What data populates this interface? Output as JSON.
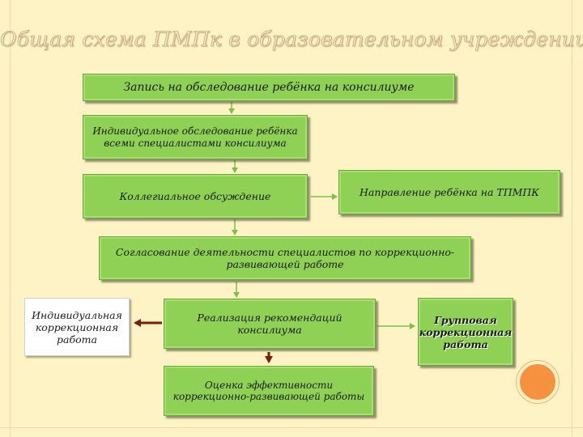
{
  "title": "Общая схема ПМПк в образовательном учреждении",
  "nodes": {
    "registration": "Запись на обследование ребёнка на консилиуме",
    "individual_exam": "Индивидуальное обследование ребёнка всеми специалистами консилиума",
    "collegial_discussion": "Коллегиальное обсуждение",
    "referral_tpmpk": "Направление ребёнка на ТПМПК",
    "coordination": "Согласование деятельности специалистов по коррекционно-развивающей работе",
    "individual_correction": "Индивидуальная коррекционная работа",
    "implementation": "Реализация рекомендаций консилиума",
    "group_correction": "Групповая коррекционная работа",
    "evaluation": "Оценка эффективности коррекционно-развивающей работы"
  },
  "colors": {
    "background": "#fdf3c4",
    "box_fill": "#8fd155",
    "arrow_green": "#7cbf4a",
    "arrow_dark_red": "#7a1e10",
    "decor_circle": "#f6913f"
  }
}
